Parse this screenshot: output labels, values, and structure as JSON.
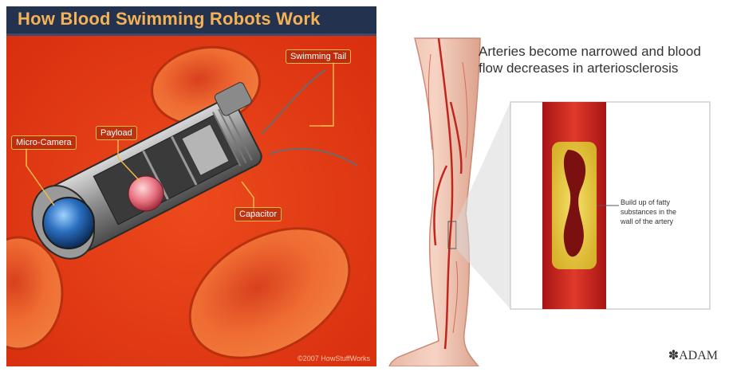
{
  "left_panel": {
    "title": "How Blood Swimming Robots Work",
    "labels": {
      "swimming_tail": "Swimming Tail",
      "micro_camera": "Micro-Camera",
      "payload": "Payload",
      "capacitor": "Capacitor"
    },
    "copyright": "©2007 HowStuffWorks",
    "colors": {
      "background": "#e23a14",
      "title_bar": "#23334f",
      "title_text": "#f4b255"
    }
  },
  "right_panel": {
    "caption_line1": "Arteries become narrowed and blood",
    "caption_line2": "flow decreases in arteriosclerosis",
    "inset_label_line1": "Build up of fatty",
    "inset_label_line2": "substances in the",
    "inset_label_line3": "wall of the artery",
    "brand": "ADAM"
  }
}
